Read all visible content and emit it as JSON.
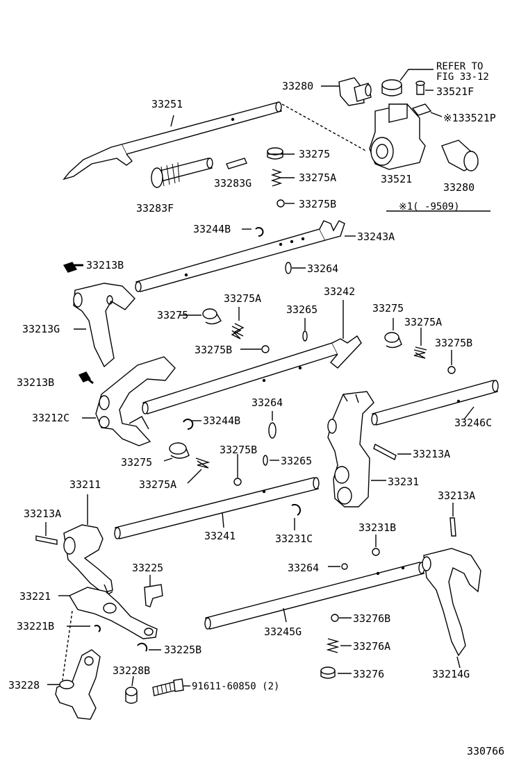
{
  "labels": {
    "p33280a": "33280",
    "refer1": "REFER TO",
    "refer2": "FIG 33-12",
    "p33521F": "33521F",
    "p133521P": "※133521P",
    "p33251": "33251",
    "p33275a": "33275",
    "p33283G": "33283G",
    "p33275Aa": "33275A",
    "p33521": "33521",
    "p33280b": "33280",
    "p33283F": "33283F",
    "p33275Ba": "33275B",
    "note1": "※1(    -9509)",
    "p33244Ba": "33244B",
    "p33243A": "33243A",
    "p33213Ba": "33213B",
    "p33264a": "33264",
    "p33242": "33242",
    "p33275Ab": "33275A",
    "p33265a": "33265",
    "p33275b": "33275",
    "p33275Ac": "33275A",
    "p33213G": "33213G",
    "p33275c": "33275",
    "p33275Bb": "33275B",
    "p33275Bc": "33275B",
    "p33213Bb": "33213B",
    "p33264b": "33264",
    "p33212C": "33212C",
    "p33244Bb": "33244B",
    "p33246C": "33246C",
    "p33213Aa": "33213A",
    "p33275Bd": "33275B",
    "p33275d": "33275",
    "p33265b": "33265",
    "p33275Ad": "33275A",
    "p33211": "33211",
    "p33231": "33231",
    "p33213Ab": "33213A",
    "p33213Ac": "33213A",
    "p33241": "33241",
    "p33231C": "33231C",
    "p33231B": "33231B",
    "p33225": "33225",
    "p33264c": "33264",
    "p33221": "33221",
    "p33276B": "33276B",
    "p33221B": "33221B",
    "p33245G": "33245G",
    "p33225B": "33225B",
    "p33276A": "33276A",
    "p33228B": "33228B",
    "p33228": "33228",
    "p33276": "33276",
    "p33214G": "33214G",
    "p91611": "91611-60850 (2)",
    "figno": "330766"
  }
}
